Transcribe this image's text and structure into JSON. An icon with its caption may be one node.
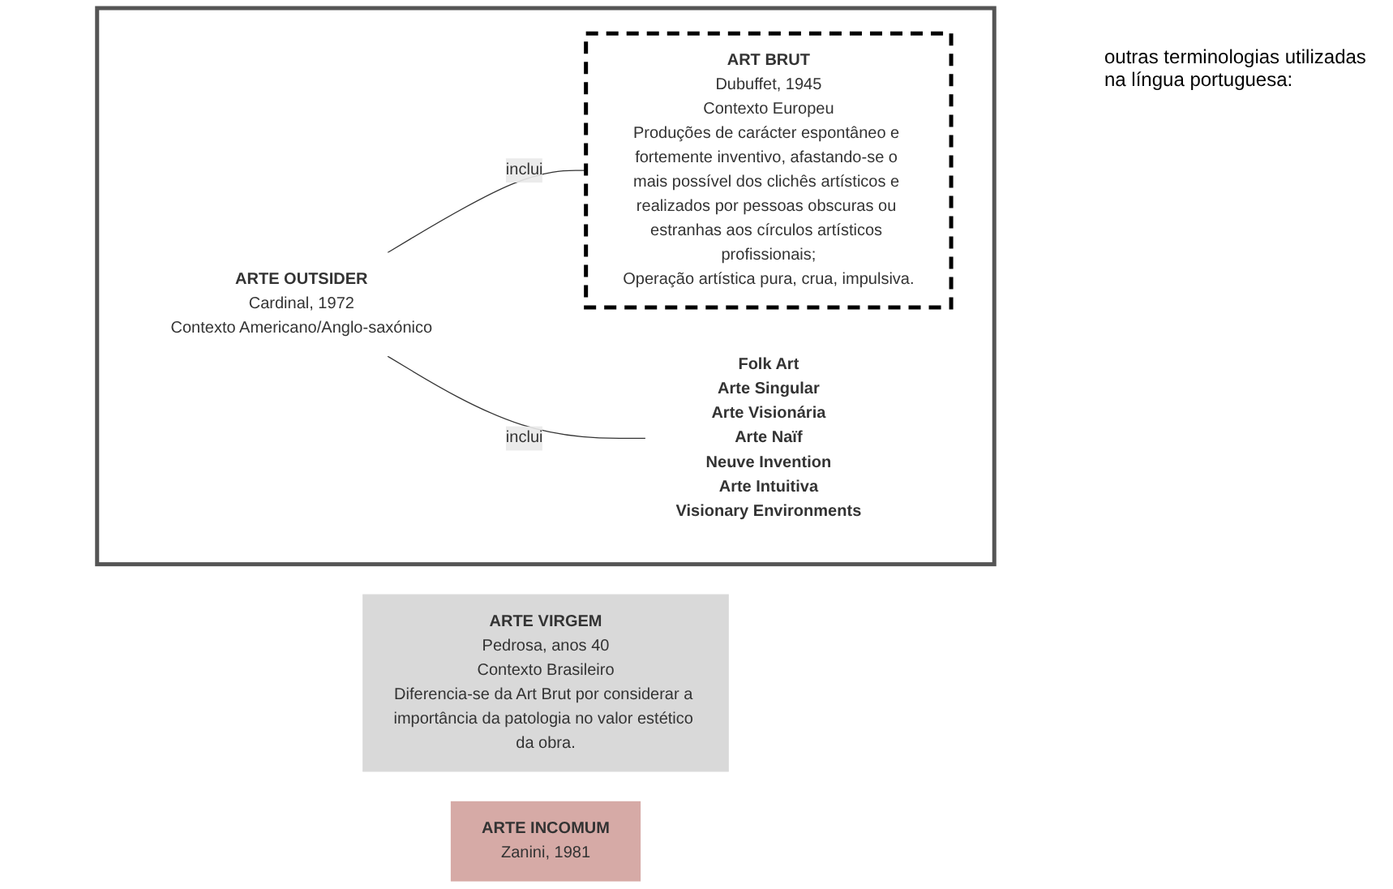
{
  "diagram": {
    "nodes": [
      {
        "text": [],
        "shape": "box"
      },
      {
        "text": [
          "ARTE OUTSIDER",
          "Cardinal, 1972",
          "Contexto Americano/Anglo-saxónico"
        ],
        "in": 0
      },
      {
        "text": [
          "ART BRUT",
          "Dubuffet, 1945",
          "Contexto Europeu",
          "Produções de carácter espontâneo e fortemente inventivo, afastando-se o mais possível dos clichês artísticos e realizados por pessoas obscuras ou estranhas aos círculos artísticos profissionais;",
          "Operação artística pura, crua, impulsiva."
        ],
        "in": 0
      },
      {
        "text": [
          "Folk Art",
          "Arte Singular",
          "Arte Visionária",
          "Arte Naïf",
          "Neuve Invention",
          "Arte Intuitiva",
          "Visionary Environments"
        ],
        "in": 0
      },
      {
        "text": [
          "ARTE VIRGEM",
          "Pedrosa, anos 40",
          "Contexto Brasileiro",
          "Diferencia-se da Art Brut por considerar a importância da patologia no valor estético da obra."
        ]
      },
      {
        "text": [
          "ARTE INCOMUM",
          "Zanini, 1981"
        ]
      }
    ],
    "edges": [
      {
        "from": 1,
        "to": 2,
        "arrow": "none",
        "label": "inclui"
      },
      {
        "from": 1,
        "to": 3,
        "arrow": "none",
        "label": "inclui"
      }
    ],
    "labels": [
      "outras terminologias utilizadas na língua portuguesa:"
    ]
  }
}
